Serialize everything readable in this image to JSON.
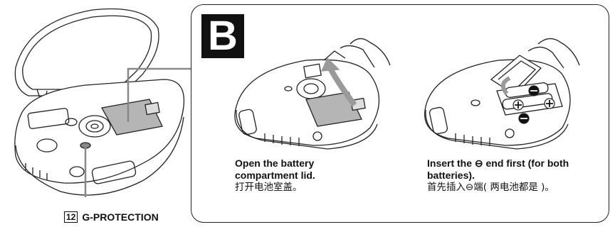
{
  "badge": "B",
  "step1": {
    "instruction_en": "Open the battery\ncompartment lid.",
    "instruction_zh": "打开电池室盖。"
  },
  "step2": {
    "instruction_en": "Insert the ⊖ end first (for both\nbatteries).",
    "instruction_zh": "首先插入⊖端( 两电池都是 )。"
  },
  "callout": {
    "number": "12",
    "label": "G-PROTECTION"
  },
  "colors": {
    "line": "#222222",
    "lid_gray": "#b5b5b5",
    "arrow_gray": "#9a9a9a",
    "badge_bg": "#111111"
  }
}
